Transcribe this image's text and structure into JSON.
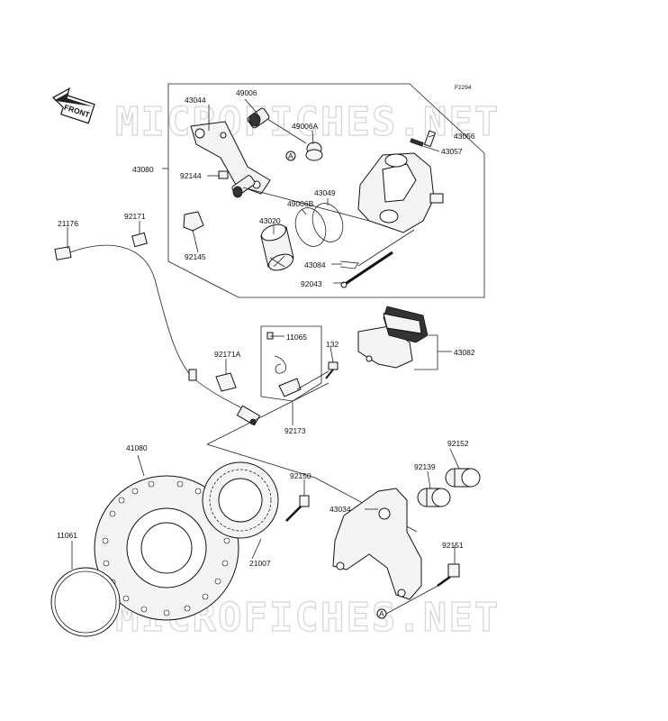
{
  "diagram_code": "F2294",
  "front_label": "FRONT",
  "watermark": "MICROFICHES.NET",
  "callouts": {
    "p43044": "43044",
    "p49006": "49006",
    "p49006A": "49006A",
    "p43056": "43056",
    "p43057": "43057",
    "p43080": "43080",
    "p92144": "92144",
    "p49006B": "49006B",
    "p43049": "43049",
    "p43020": "43020",
    "p43084": "43084",
    "p92043": "92043",
    "p21176": "21176",
    "p92171": "92171",
    "p92145": "92145",
    "p11065": "11065",
    "p132": "132",
    "p43082": "43082",
    "p92171A": "92171A",
    "p92173": "92173",
    "p41080": "41080",
    "p92152": "92152",
    "p92139": "92139",
    "p92150": "92150",
    "p43034": "43034",
    "p11061": "11061",
    "p21007": "21007",
    "p92151": "92151"
  },
  "markers": {
    "a1": "A",
    "a2": "A"
  }
}
